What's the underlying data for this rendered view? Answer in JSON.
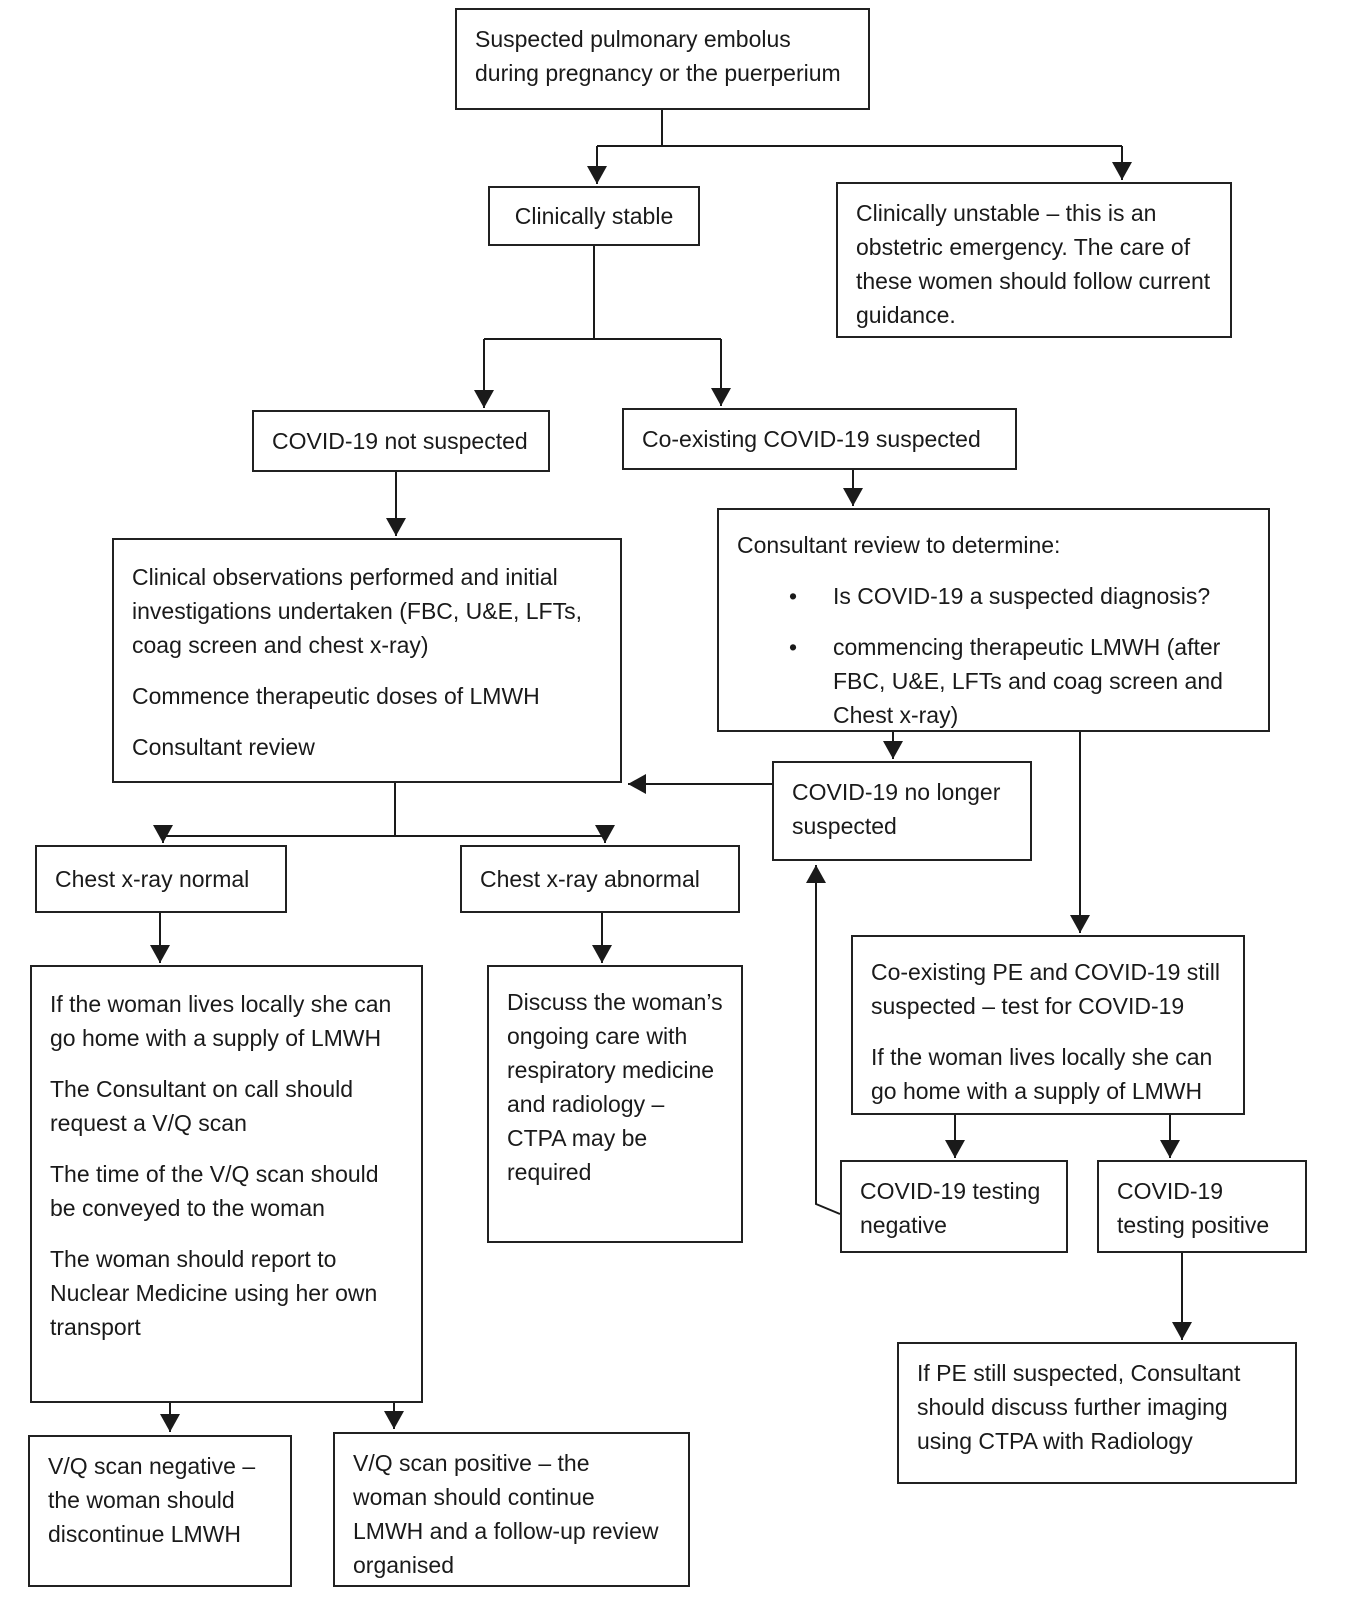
{
  "nodes": {
    "start": {
      "text": "Suspected pulmonary embolus during pregnancy or the puerperium"
    },
    "stable": {
      "text": "Clinically stable"
    },
    "unstable": {
      "text": "Clinically unstable – this is an obstetric emergency. The care of these women should follow current guidance."
    },
    "covid_not": {
      "text": "COVID-19 not suspected"
    },
    "covid_co": {
      "text": "Co-existing COVID-19 suspected"
    },
    "clin_obs": {
      "p1": "Clinical observations performed and initial investigations undertaken (FBC, U&E, LFTs, coag screen and chest x-ray)",
      "p2": "Commence therapeutic doses of LMWH",
      "p3": "Consultant review"
    },
    "cons_rev": {
      "title": "Consultant review to determine:",
      "bullets": [
        "Is COVID-19 a suspected diagnosis?",
        "commencing therapeutic LMWH (after FBC, U&E, LFTs and coag screen and Chest x-ray)"
      ]
    },
    "no_longer": {
      "text": "COVID-19 no longer suspected"
    },
    "cxr_normal": {
      "text": "Chest x-ray normal"
    },
    "cxr_abnormal": {
      "text": "Chest x-ray abnormal"
    },
    "home_vq": {
      "p1": "If the woman lives locally she can go home with a supply of LMWH",
      "p2": "The Consultant on call should request a V/Q scan",
      "p3": "The time of the V/Q scan should be conveyed to the woman",
      "p4": "The woman should report to Nuclear Medicine using her own transport"
    },
    "discuss": {
      "text": "Discuss the woman’s ongoing care with respiratory medicine and radiology – CTPA may be required"
    },
    "coexist_pe": {
      "p1": "Co-existing PE and COVID-19 still suspected – test for COVID-19",
      "p2": "If the woman lives locally she can go home with a supply of LMWH"
    },
    "test_neg": {
      "text": "COVID-19 testing negative"
    },
    "test_pos": {
      "text": "COVID-19 testing positive"
    },
    "if_pe": {
      "text": "If PE still suspected, Consultant should discuss further imaging using CTPA with Radiology"
    },
    "vq_neg": {
      "text": "V/Q scan negative – the woman should discontinue LMWH"
    },
    "vq_pos": {
      "text": "V/Q scan positive – the woman should continue LMWH and a follow-up review organised"
    }
  },
  "colors": {
    "line": "#1a1a1a",
    "box_border": "#212121",
    "background": "#ffffff"
  }
}
